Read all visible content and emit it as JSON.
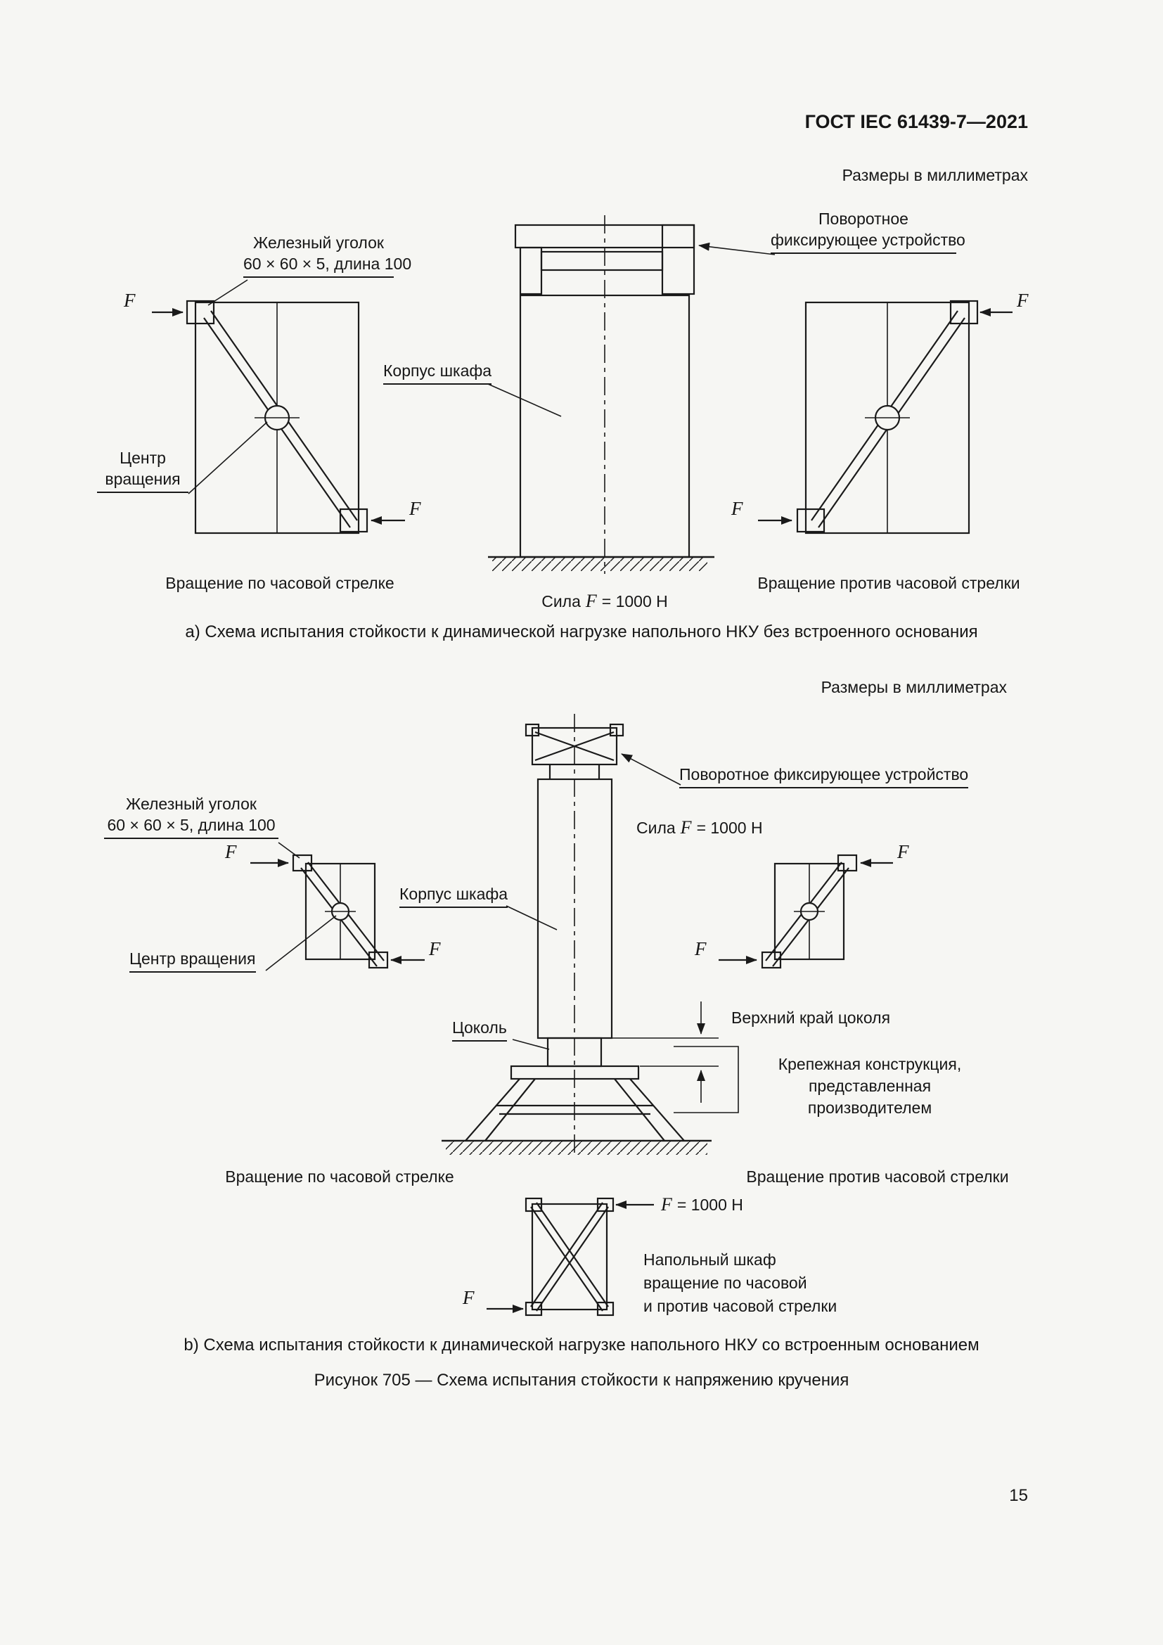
{
  "page": {
    "header": "ГОСТ IEC 61439-7—2021",
    "page_number": "15",
    "figure_caption": "Рисунок 705 — Схема испытания стойкости к напряжению кручения"
  },
  "labels": {
    "F": "F"
  },
  "section_a": {
    "dimensions_note": "Размеры в миллиметрах",
    "caption": "а) Схема испытания стойкости к динамической нагрузке напольного НКУ без встроенного основания",
    "rotating_fixture_line1": "Поворотное",
    "rotating_fixture_line2": "фиксирующее устройство",
    "iron_angle_line1": "Железный уголок",
    "iron_angle_line2": "60 × 60 × 5, длина 100",
    "cabinet_body": "Корпус шкафа",
    "rotation_center_line1": "Центр",
    "rotation_center_line2": "вращения",
    "force_prefix": "Сила",
    "force_value": "= 1000 Н",
    "caption_cw": "Вращение по часовой стрелке",
    "caption_ccw": "Вращение против часовой стрелки"
  },
  "section_b": {
    "dimensions_note": "Размеры в миллиметрах",
    "caption": "b) Схема испытания стойкости к динамической нагрузке напольного НКУ со встроенным основанием",
    "rotating_fixture": "Поворотное фиксирующее устройство",
    "iron_angle_line1": "Железный уголок",
    "iron_angle_line2": "60 × 60 × 5, длина 100",
    "force_prefix": "Сила",
    "force_value": "= 1000 Н",
    "cabinet_body": "Корпус шкафа",
    "rotation_center": "Центр вращения",
    "plinth": "Цоколь",
    "plinth_top_edge": "Верхний край цоколя",
    "mounting_line1": "Крепежная конструкция,",
    "mounting_line2": "представленная",
    "mounting_line3": "производителем",
    "caption_cw": "Вращение по часовой стрелке",
    "caption_ccw": "Вращение против часовой стрелки",
    "force_bottom_value": "= 1000 Н",
    "floor_cab_line1": "Напольный шкаф",
    "floor_cab_line2": "вращение по часовой",
    "floor_cab_line3": "и против часовой стрелки"
  }
}
